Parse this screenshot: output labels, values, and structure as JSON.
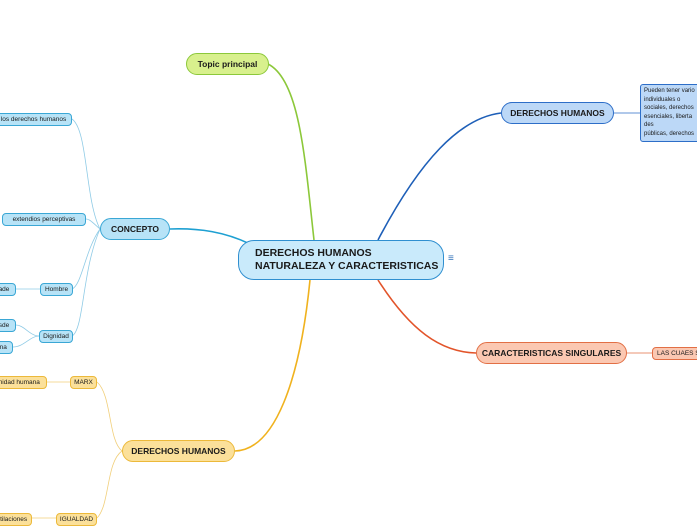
{
  "central": {
    "line1": "DERECHOS HUMANOS",
    "line2": "NATURALEZA Y CARACTERISTICAS"
  },
  "icons": {
    "menu": "≡",
    "menu_name": "menu-lines-icon"
  },
  "topics": {
    "topic_principal": "Topic principal",
    "concepto": "CONCEPTO",
    "derechos_right": "DERECHOS HUMANOS",
    "caracteristicas": "CARACTERISTICAS  SINGULARES",
    "derechos_bottom": "DERECHOS HUMANOS"
  },
  "subtopics": {
    "concepto_de": "de los derechos humanos",
    "extendidos": "extendios perceptivas",
    "hombre": "Hombre",
    "ade": "ade",
    "dignidad": "Dignidad",
    "sde": "sde",
    "ana": "ana",
    "marx": "MARX",
    "dignidad_humana": "gnidad humana",
    "las_cuales": "LAS CUAES SO",
    "igualdad": "IGUALDAD",
    "igualdad_left": "stilaciones"
  },
  "note": {
    "lines": [
      "Pueden tener vario",
      "individuales o",
      "sociales, derechos",
      "esenciales, liberta",
      "des",
      "públicas, derechos"
    ]
  },
  "colors": {
    "green": "#8cc83a",
    "blue": "#3aa7d5",
    "navy": "#2d6ec8",
    "orange": "#e26f45",
    "yellow": "#ecb93a",
    "main_border": "#2f8fd0"
  }
}
